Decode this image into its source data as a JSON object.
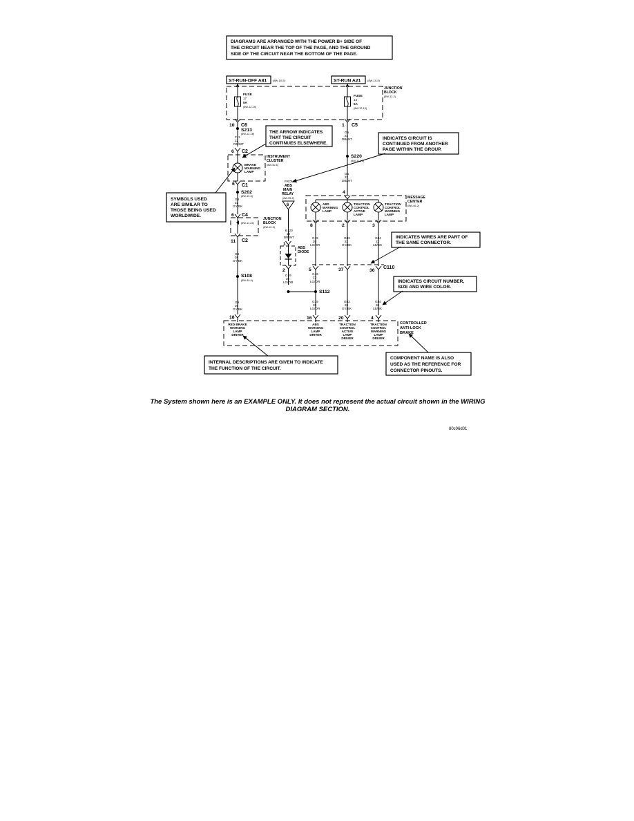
{
  "callouts": {
    "top_line1": "DIAGRAMS ARE ARRANGED WITH THE POWER B+ SIDE OF",
    "top_line2": "THE CIRCUIT NEAR THE TOP OF THE PAGE, AND THE GROUND",
    "top_line3": "SIDE OF THE CIRCUIT NEAR THE BOTTOM OF THE PAGE.",
    "arrow_line1": "THE ARROW INDICATES",
    "arrow_line2": "THAT THE CIRCUIT",
    "arrow_line3": "CONTINUES ELSEWHERE.",
    "continued_line1": "INDICATES CIRCUIT IS",
    "continued_line2": "CONTINUED FROM ANOTHER",
    "continued_line3": "PAGE WITHIN THE GROUP.",
    "symbols_line1": "SYMBOLS USED",
    "symbols_line2": "ARE SIMILAR TO",
    "symbols_line3": "THOSE BEING USED",
    "symbols_line4": "WORLDWIDE.",
    "connector_line1": "INDICATES WIRES ARE PART OF",
    "connector_line2": "THE SAME CONNECTOR.",
    "circuit_line1": "INDICATES CIRCUIT NUMBER,",
    "circuit_line2": "SIZE AND WIRE COLOR.",
    "internal_line1": "INTERNAL DESCRIPTIONS ARE GIVEN TO INDICATE",
    "internal_line2": "THE FUNCTION OF THE CIRCUIT.",
    "component_line1": "COMPONENT NAME IS ALSO",
    "component_line2": "USED AS THE REFERENCE FOR",
    "component_line3": "CONNECTOR PINOUTS."
  },
  "power": {
    "left_label": "ST-RUN-OFF A81",
    "left_ref": "(8W-10-5)",
    "right_label": "ST-RUN A21",
    "right_ref": "(8W-10-5)"
  },
  "junction_block": {
    "line1": "JUNCTION",
    "line2": "BLOCK",
    "ref": "(8W-12-2)",
    "fuse1_name": "FUSE",
    "fuse1_num": "17",
    "fuse1_amp": "5A",
    "fuse1_ref": "(8W-12-19)",
    "fuse2_name": "FUSE",
    "fuse2_num": "14",
    "fuse2_amp": "5A",
    "fuse2_ref": "(8W-12-15)"
  },
  "left_branch": {
    "c6_pin": "10",
    "c6": "C6",
    "s213": "S213",
    "s213_ref": "(8W-12-18)",
    "w1_circuit": "F11",
    "w1_size": "22",
    "w1_color": "RD/WT",
    "c2_pin": "6",
    "c2": "C2",
    "cluster_line1": "INSTRUMENT",
    "cluster_line2": "CLUSTER",
    "cluster_ref": "(8W-40-6)",
    "brake_line1": "BRAKE",
    "brake_line2": "WARNING",
    "brake_line3": "LAMP",
    "c1_pin": "6",
    "c1": "C1",
    "s202": "S202",
    "s202_ref": "(8W-40-6)",
    "w2_circuit": "G9",
    "w2_size": "22",
    "w2_color": "GY/BK",
    "c4_pin": "6",
    "c4": "C4",
    "jb2_ref_left": "(8W-11-24)",
    "jb2_line1": "JUNCTION",
    "jb2_line2": "BLOCK",
    "jb2_ref": "(8W-12-3)",
    "c2b_pin": "11",
    "c2b": "C2",
    "w3_circuit": "G9",
    "w3_size": "20",
    "w3_color": "GY/BK",
    "s108": "S108",
    "s108_ref": "(8W-40-6)",
    "w4_circuit": "G9",
    "w4_size": "20",
    "w4_color": "GY/BK",
    "ctrl_pin": "18"
  },
  "right_branch": {
    "c5_pin": "1",
    "c5": "C5",
    "w1_circuit": "G5",
    "w1_size": "22",
    "w1_color": "DB/WT",
    "s220": "S220",
    "s220_ref": "(8W-12-15)",
    "w2_circuit": "G5",
    "w2_size": "22",
    "w2_color": "DB/WT",
    "mc_pin": "4"
  },
  "relay": {
    "line1": "FROM",
    "line2": "ABS",
    "line3": "MAIN",
    "line4": "RELAY",
    "ref": "(8W-35-2)",
    "num": "6",
    "pin1": "1",
    "circuit": "B120",
    "size": "16",
    "color": "BR/WT",
    "diode_line1": "ABS",
    "diode_line2": "DIODE",
    "pin2": "2",
    "w2_circuit": "G19",
    "w2_size": "20",
    "w2_color": "LG/OR"
  },
  "message_center": {
    "line1": "MESSAGE",
    "line2": "CENTER",
    "ref": "(8W-46-2)",
    "lamp1_line1": "ABS",
    "lamp1_line2": "WARNING",
    "lamp1_line3": "LAMP",
    "lamp2_line1": "TRACTION",
    "lamp2_line2": "CONTROL",
    "lamp2_line3": "ACTIVE",
    "lamp2_line4": "LAMP",
    "lamp3_line1": "TRACTION",
    "lamp3_line2": "CONTROL",
    "lamp3_line3": "WARNING",
    "lamp3_line4": "LAMP",
    "pin_a": "8",
    "pin_b": "2",
    "pin_c": "3"
  },
  "wires_mid": {
    "a_circuit": "G19",
    "a_size": "20",
    "a_color": "LG/OR",
    "b_circuit": "G83",
    "b_size": "22",
    "b_color": "GY/BK",
    "c_circuit": "G84",
    "c_size": "22",
    "c_color": "LB/BK"
  },
  "c110": {
    "label": "C110",
    "pin_a": "5",
    "pin_b": "37",
    "pin_c": "36",
    "a_circuit": "G19",
    "a_size": "22",
    "a_color": "LG/OR",
    "s112": "S112",
    "a2_circuit": "G19",
    "a2_size": "20",
    "a2_color": "LG/OR",
    "b_circuit": "G83",
    "b_size": "20",
    "b_color": "GY/BK",
    "c_circuit": "G84",
    "c_size": "20",
    "c_color": "LB/BK"
  },
  "controller": {
    "pin_a": "16",
    "pin_b": "20",
    "pin_c": "4",
    "line1": "CONTROLLER",
    "line2": "ANTI-LOCK",
    "line3": "BRAKE",
    "d1_line1": "RED BRAKE",
    "d1_line2": "WARNING",
    "d1_line3": "LAMP",
    "d1_line4": "DRIVER",
    "d2_line1": "ABS",
    "d2_line2": "WARNING",
    "d2_line3": "LAMP",
    "d2_line4": "DRIVER",
    "d3_line1": "TRACTION",
    "d3_line2": "CONTROL",
    "d3_line3": "ACTIVE",
    "d3_line4": "LAMP",
    "d3_line5": "DRIVER",
    "d4_line1": "TRACTION",
    "d4_line2": "CONTROL",
    "d4_line3": "WARNING",
    "d4_line4": "LAMP",
    "d4_line5": "DRIVER"
  },
  "caption": {
    "line1": "The System shown here is an EXAMPLE ONLY. It does not represent the actual circuit shown in the WIRING",
    "line2": "DIAGRAM SECTION."
  },
  "figure_id": "80c06d01"
}
